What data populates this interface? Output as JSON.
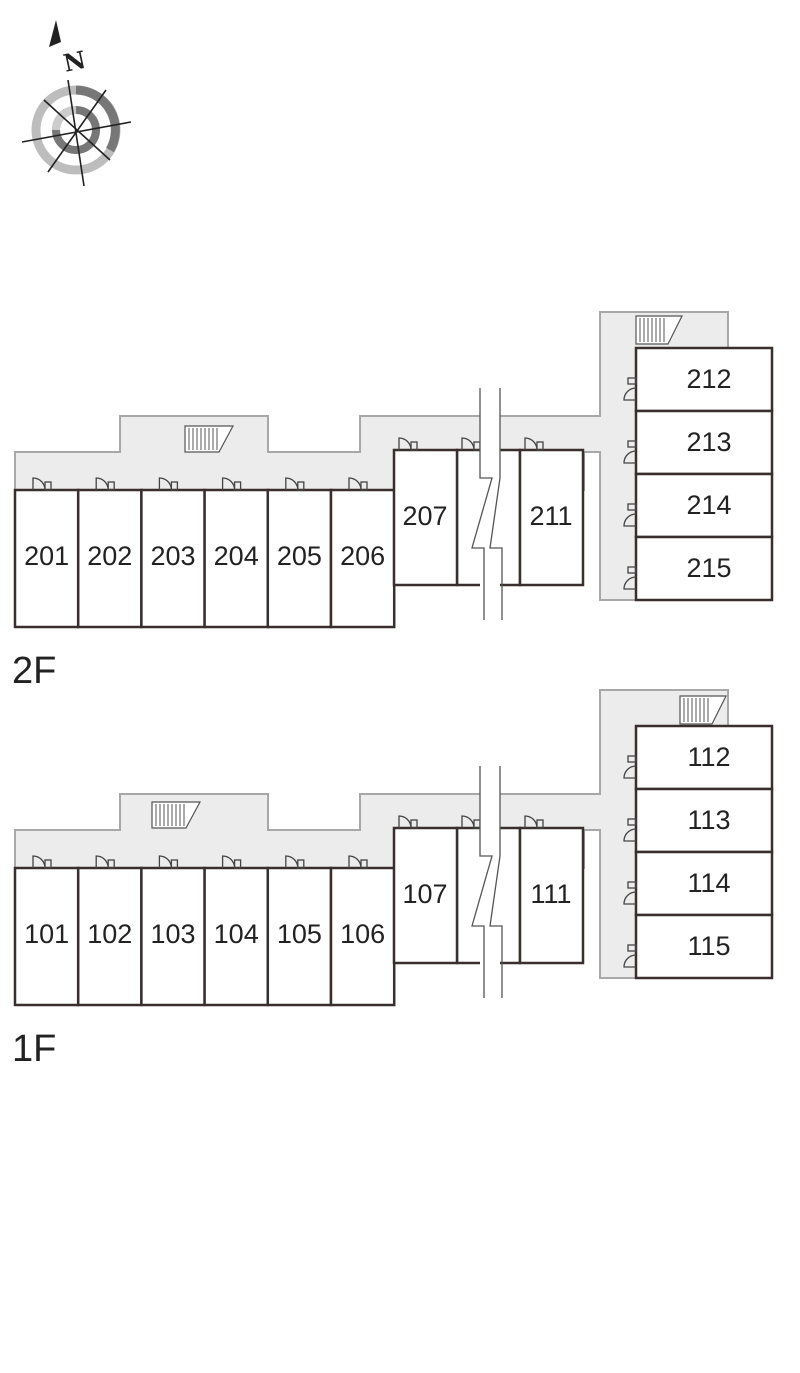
{
  "compass": {
    "label": "N"
  },
  "floors": [
    {
      "label": "2F",
      "left_rooms": [
        "201",
        "202",
        "203",
        "204",
        "205",
        "206"
      ],
      "mid_rooms": [
        "207",
        "211"
      ],
      "right_rooms": [
        "212",
        "213",
        "214",
        "215"
      ]
    },
    {
      "label": "1F",
      "left_rooms": [
        "101",
        "102",
        "103",
        "104",
        "105",
        "106"
      ],
      "mid_rooms": [
        "107",
        "111"
      ],
      "right_rooms": [
        "112",
        "113",
        "114",
        "115"
      ]
    }
  ]
}
